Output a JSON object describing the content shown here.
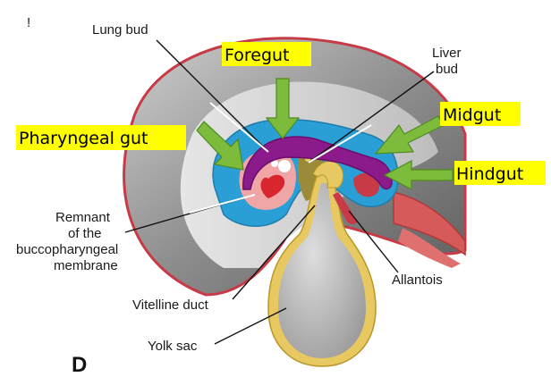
{
  "panel_letter": "D",
  "corner_mark": "!",
  "labels": {
    "lung_bud": "Lung bud",
    "liver_bud_line1": "Liver",
    "liver_bud_line2": "bud",
    "remnant_line1": "Remnant",
    "remnant_line2": "of the",
    "remnant_line3": "buccopharyngeal",
    "remnant_line4": "membrane",
    "vitelline_duct": "Vitelline duct",
    "yolk_sac": "Yolk sac",
    "allantois": "Allantois"
  },
  "highlighted_labels": {
    "foregut": "Foregut",
    "midgut": "Midgut",
    "pharyngeal_gut": "Pharyngeal gut",
    "hindgut": "Hindgut"
  },
  "colors": {
    "highlight": "#ffff00",
    "arrow": "#7dbb3c",
    "gut_tube": "#8b1a8b",
    "amnion_blue": "#2a9fd6",
    "ectoderm_red": "#c83a46",
    "yolk_wall": "#e8c860",
    "embryo_gray": "#9a9a9a"
  }
}
